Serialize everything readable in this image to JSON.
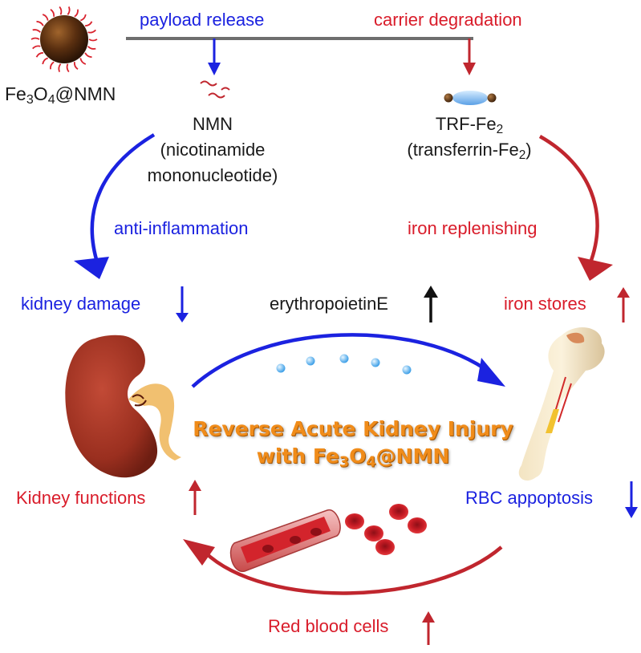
{
  "labels": {
    "payload_release": "payload release",
    "carrier_degradation": "carrier degradation",
    "nanoparticle": {
      "prefix": "Fe",
      "sub1": "3",
      "mid": "O",
      "sub2": "4",
      "suffix": "@NMN"
    },
    "nmn_name": "NMN",
    "nmn_full_line1": "(nicotinamide",
    "nmn_full_line2": "mononucleotide)",
    "trf": {
      "prefix": "TRF-Fe",
      "sub": "2"
    },
    "trf_full": {
      "prefix": "(transferrin-Fe",
      "sub": "2",
      "suffix": ")"
    },
    "anti_inflammation": "anti-inflammation",
    "iron_replenishing": "iron replenishing",
    "kidney_damage": "kidney damage",
    "erythropoietin": "erythropoietinE",
    "iron_stores": "iron stores",
    "kidney_functions": "Kidney functions",
    "rbc_apoptosis": "RBC appoptosis",
    "red_blood_cells": "Red blood cells"
  },
  "title": {
    "line1": "Reverse Acute Kidney Injury",
    "line2": {
      "prefix": "with Fe",
      "sub1": "3",
      "mid": "O",
      "sub2": "4",
      "suffix": "@NMN"
    }
  },
  "indicators": {
    "kidney_damage": "down",
    "erythropoietin": "up",
    "iron_stores": "up",
    "kidney_functions": "up",
    "rbc_apoptosis": "down",
    "red_blood_cells": "up"
  },
  "icons": [
    "nanoparticle-icon",
    "nmn-molecule-icon",
    "transferrin-icon",
    "kidney-icon",
    "bone-icon",
    "blood-vessel-icon",
    "red-blood-cell-icon",
    "epo-droplet-icon"
  ],
  "colors": {
    "blue": "#1b22e0",
    "red": "#d91c2a",
    "orange": "#f08c1a",
    "gray": "#6e6e6e"
  }
}
